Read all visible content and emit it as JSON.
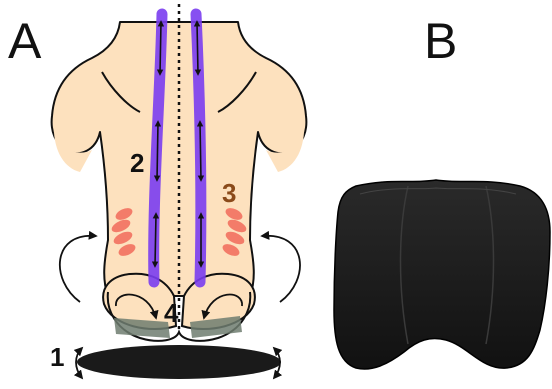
{
  "panels": [
    {
      "label": "A"
    },
    {
      "label": "B"
    }
  ],
  "markers": [
    "1",
    "2",
    "3",
    "4"
  ],
  "colors": {
    "skin": "#fde1be",
    "outline": "#111111",
    "spine_muscle": "#7a3df0",
    "oblique_muscle": "#f26b5b",
    "glute_muscle": "#6f7d70",
    "cushion": "#1a1a1a",
    "label_3": "#8a4a1a"
  },
  "icons": {
    "arrow_double": "double-headed-arrow-icon",
    "arrow_curved": "curved-arrow-icon"
  }
}
